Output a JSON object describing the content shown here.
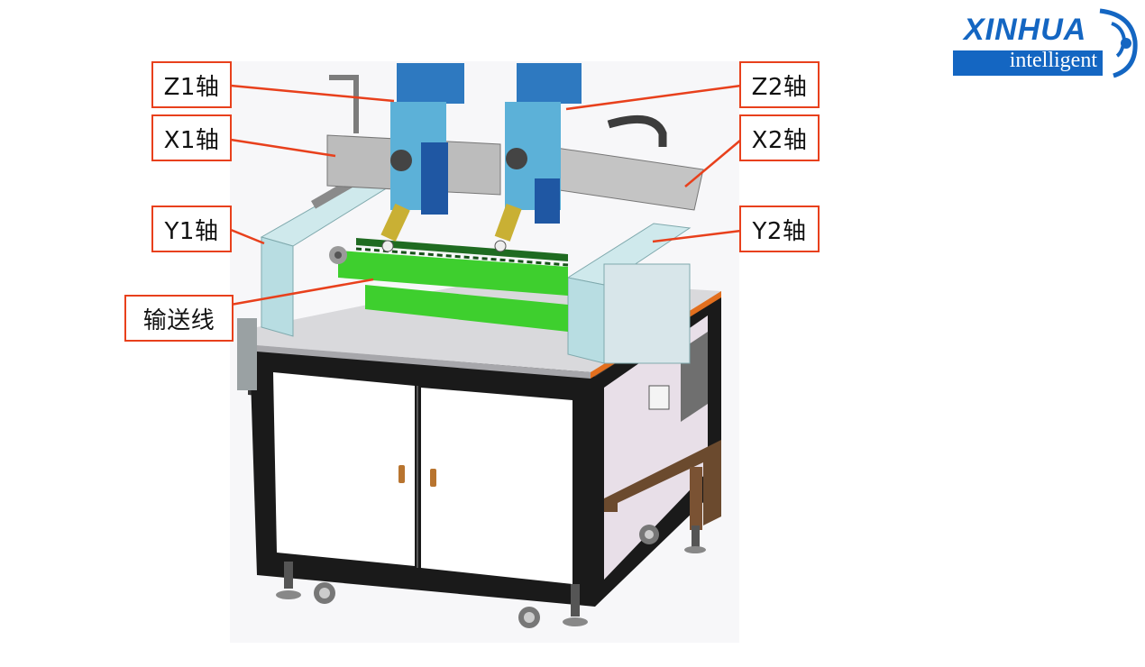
{
  "labels": {
    "z1": "Z1轴",
    "x1": "X1轴",
    "y1": "Y1轴",
    "conveyor": "输送线",
    "z2": "Z2轴",
    "x2": "X2轴",
    "y2": "Y2轴"
  },
  "logo": {
    "brand": "XINHUA",
    "tagline": "intelligent"
  },
  "colors": {
    "callout_border": "#e8401c",
    "logo_blue": "#1466c2",
    "conveyor_green": "#3ecf2e",
    "motor_blue": "#2e79c0",
    "frame_cyan": "#bfe3e6",
    "cabinet_black": "#1a1a1a"
  }
}
